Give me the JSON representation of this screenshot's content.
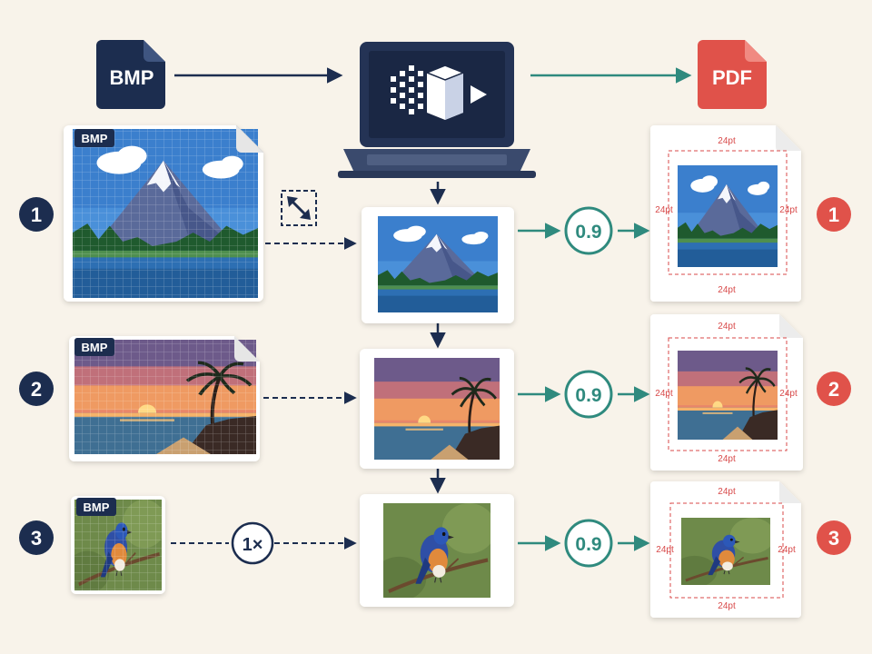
{
  "header": {
    "source_format": "BMP",
    "target_format": "PDF"
  },
  "rows": [
    {
      "number": "1",
      "source_badge": "BMP",
      "scene": "mountain",
      "resize_icon": "resize-arrows-icon",
      "quality": "0.9",
      "margin_top": "24pt",
      "margin_bottom": "24pt",
      "margin_left": "24pt",
      "margin_right": "24pt"
    },
    {
      "number": "2",
      "source_badge": "BMP",
      "scene": "sunset",
      "quality": "0.9",
      "margin_top": "24pt",
      "margin_bottom": "24pt",
      "margin_left": "24pt",
      "margin_right": "24pt"
    },
    {
      "number": "3",
      "source_badge": "BMP",
      "scene": "bird",
      "scale_label": "1×",
      "quality": "0.9",
      "margin_top": "24pt",
      "margin_bottom": "24pt",
      "margin_left": "24pt",
      "margin_right": "24pt"
    }
  ],
  "colors": {
    "background": "#f8f3ea",
    "navy": "#1c2d4f",
    "teal": "#2f8a7e",
    "pdf_red": "#e0524a",
    "margin_red": "#d84a4a"
  }
}
